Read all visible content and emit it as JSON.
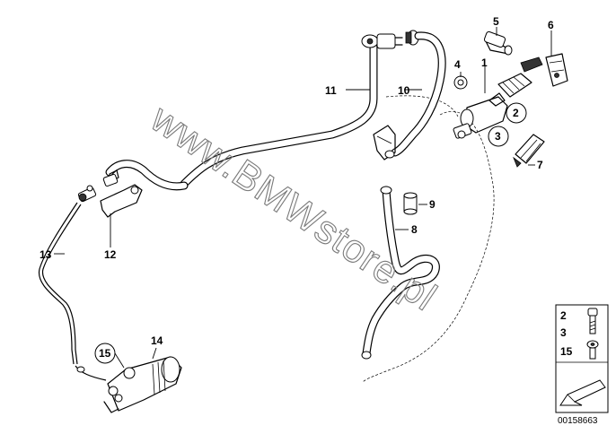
{
  "diagram": {
    "part_labels": {
      "p1": "1",
      "p2": "2",
      "p3": "3",
      "p4": "4",
      "p5": "5",
      "p6": "6",
      "p7": "7",
      "p8": "8",
      "p9": "9",
      "p10": "10",
      "p11": "11",
      "p12": "12",
      "p13": "13",
      "p14": "14",
      "p15": "15"
    },
    "watermark": "www.BMWstore.pl",
    "legend_box": {
      "label_a": "2",
      "label_b": "3",
      "label_c": "15"
    },
    "image_code": "00158663"
  }
}
